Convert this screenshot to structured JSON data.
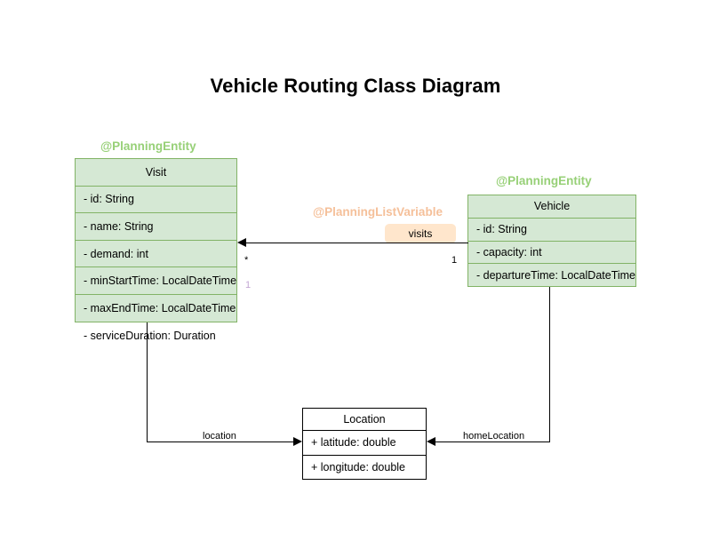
{
  "title": "Vehicle Routing Class Diagram",
  "colors": {
    "entity_fill": "#d5e8d4",
    "entity_border": "#82b366",
    "stereotype_green": "#97d077",
    "stereotype_orange": "#f5c09a",
    "list_variable_chip_fill": "#ffe6cc",
    "plain_border": "#000000",
    "muted_multiplicity": "#c3a7d4"
  },
  "classes": {
    "visit": {
      "stereotype": "@PlanningEntity",
      "name": "Visit",
      "attributes": [
        "- id: String",
        "- name: String",
        "- demand: int",
        "- minStartTime: LocalDateTime",
        "- maxEndTime: LocalDateTime",
        "- serviceDuration: Duration"
      ]
    },
    "vehicle": {
      "stereotype": "@PlanningEntity",
      "name": "Vehicle",
      "attributes": [
        "- id: String",
        "- capacity: int",
        "- departureTime: LocalDateTime"
      ]
    },
    "location": {
      "name": "Location",
      "attributes": [
        "+ latitude: double",
        "+ longitude: double"
      ]
    }
  },
  "relations": {
    "visits": {
      "stereotype": "@PlanningListVariable",
      "label": "visits",
      "source_multiplicity": "1",
      "target_multiplicity": "*",
      "target_multiplicity_secondary": "1"
    },
    "visit_location": {
      "label": "location"
    },
    "vehicle_home_location": {
      "label": "homeLocation"
    }
  }
}
